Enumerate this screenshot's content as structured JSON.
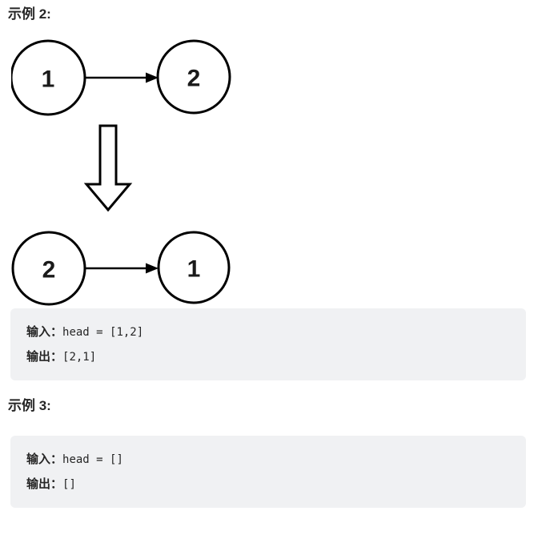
{
  "colors": {
    "page_background": "#ffffff",
    "heading_text": "#262626",
    "code_block_background": "#f0f1f3",
    "code_text": "#262626",
    "diagram_stroke": "#000000"
  },
  "example2": {
    "heading": "示例 2:",
    "diagram": {
      "before": {
        "nodes": [
          "1",
          "2"
        ]
      },
      "after": {
        "nodes": [
          "2",
          "1"
        ]
      },
      "transform_icon": "down-arrow"
    },
    "io": {
      "input_label": "输入：",
      "input_value": "head = [1,2]",
      "output_label": "输出：",
      "output_value": "[2,1]"
    }
  },
  "example3": {
    "heading": "示例 3:",
    "io": {
      "input_label": "输入：",
      "input_value": "head = []",
      "output_label": "输出：",
      "output_value": "[]"
    }
  }
}
